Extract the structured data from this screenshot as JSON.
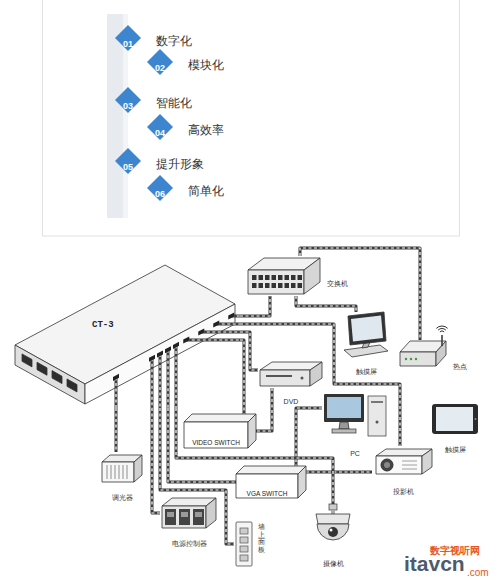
{
  "diagram": {
    "nodes": [
      {
        "text": [
          "01",
          "数字化"
        ]
      },
      {
        "text": [
          "02",
          "模块化"
        ]
      },
      {
        "text": [
          "03",
          "智能化"
        ]
      },
      {
        "text": [
          "04",
          "高效率"
        ]
      },
      {
        "text": [
          "05",
          "提升形象"
        ]
      },
      {
        "text": [
          "06",
          "简单化"
        ]
      },
      {
        "text": [
          "CT-3"
        ]
      },
      {
        "text": [
          "交换机"
        ]
      },
      {
        "text": [
          "触摸屏"
        ]
      },
      {
        "text": [
          "热点"
        ]
      },
      {
        "text": [
          "触摸屏"
        ]
      },
      {
        "text": [
          "DVD"
        ]
      },
      {
        "text": [
          "VIDEO SWITCH"
        ]
      },
      {
        "text": [
          "VGA SWITCH"
        ]
      },
      {
        "text": [
          "PC"
        ]
      },
      {
        "text": [
          "投影机"
        ]
      },
      {
        "text": [
          "摄像机"
        ]
      },
      {
        "text": [
          "调光器"
        ]
      },
      {
        "text": [
          "电源控制器"
        ]
      },
      {
        "text": [
          "墙上面板"
        ]
      }
    ],
    "edges": [
      {
        "from": 6,
        "to": 7,
        "arrow": "none"
      },
      {
        "from": 7,
        "to": 8,
        "arrow": "none"
      },
      {
        "from": 7,
        "to": 9,
        "arrow": "none"
      },
      {
        "from": 6,
        "to": 15,
        "arrow": "none"
      },
      {
        "from": 6,
        "to": 11,
        "arrow": "none"
      },
      {
        "from": 6,
        "to": 12,
        "arrow": "none"
      },
      {
        "from": 11,
        "to": 12,
        "arrow": "none"
      },
      {
        "from": 14,
        "to": 13,
        "arrow": "none"
      },
      {
        "from": 13,
        "to": 15,
        "arrow": "none"
      },
      {
        "from": 6,
        "to": 17,
        "arrow": "none"
      },
      {
        "from": 6,
        "to": 18,
        "arrow": "none"
      },
      {
        "from": 6,
        "to": 19,
        "arrow": "none"
      },
      {
        "from": 6,
        "to": 13,
        "arrow": "none"
      },
      {
        "from": 6,
        "to": 16,
        "arrow": "none"
      }
    ],
    "labels": [
      "数字视听网",
      "itavcn",
      ".com"
    ]
  }
}
